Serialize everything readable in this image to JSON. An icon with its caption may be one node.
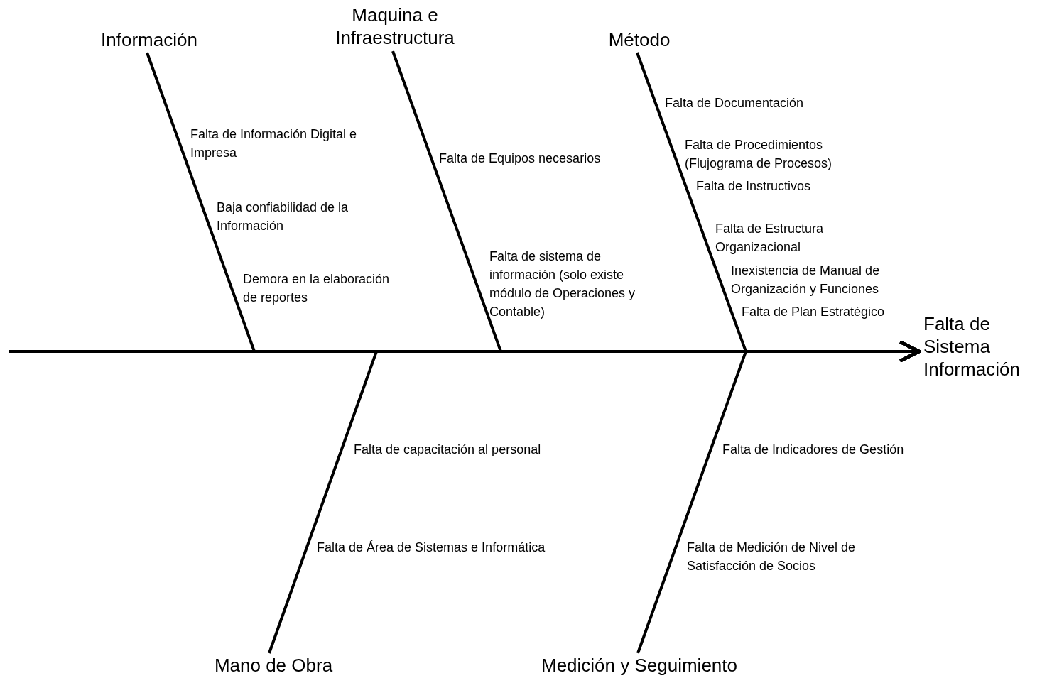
{
  "diagram": {
    "nodes": [
      {
        "text": [
          "Información"
        ]
      },
      {
        "text": [
          "Maquina e Infraestructura"
        ]
      },
      {
        "text": [
          "Método"
        ]
      },
      {
        "text": [
          "Falta de Sistema Información"
        ]
      },
      {
        "text": [
          "Mano de Obra"
        ]
      },
      {
        "text": [
          "Medición y Seguimiento"
        ]
      }
    ],
    "edges": [
      {
        "from": null,
        "to": 3,
        "arrow": "to"
      },
      {
        "from": 0,
        "to": 3,
        "arrow": "to"
      },
      {
        "from": 1,
        "to": 3,
        "arrow": "to"
      },
      {
        "from": 2,
        "to": 3,
        "arrow": "to"
      },
      {
        "from": 4,
        "to": 3,
        "arrow": "to"
      },
      {
        "from": 5,
        "to": 3,
        "arrow": "to"
      }
    ],
    "labels": [
      "Falta de Información Digital e Impresa",
      "Baja confiabilidad de la Información",
      "Demora en la elaboración de reportes",
      "Falta de Equipos necesarios",
      "Falta de sistema de información (solo existe módulo de Operaciones y Contable)",
      "Falta de Documentación",
      "Falta de Procedimientos (Flujograma de Procesos)",
      "Falta de Instructivos",
      "Falta de Estructura Organizacional",
      "Inexistencia de Manual de Organización y Funciones",
      "Falta de Plan Estratégico",
      "Falta de capacitación al personal",
      "Falta de Área de Sistemas e Informática",
      "Falta de Indicadores de Gestión",
      "Falta de Medición de Nivel de Satisfacción de Socios"
    ]
  }
}
